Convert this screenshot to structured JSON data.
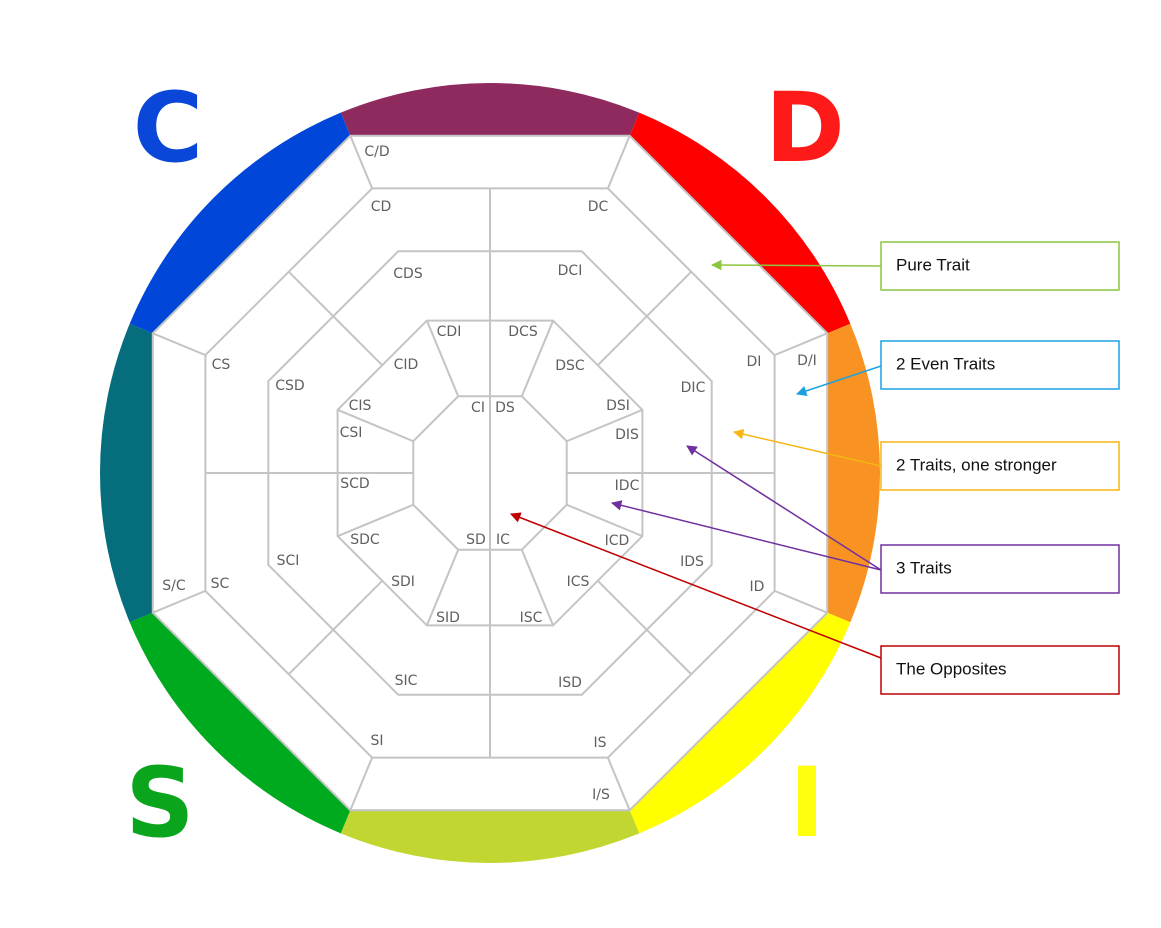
{
  "corner_letters": [
    {
      "key": "C",
      "text": "C",
      "color": "#0a47d8"
    },
    {
      "key": "D",
      "text": "D",
      "color": "#ff1a1a"
    },
    {
      "key": "S",
      "text": "S",
      "color": "#0aa51c"
    },
    {
      "key": "I",
      "text": "I",
      "color": "#ffff10"
    }
  ],
  "ring_colors": [
    "#8e2a5e",
    "#ff0000",
    "#f79223",
    "#ffff00",
    "#c1d631",
    "#00aa1e",
    "#056d7b",
    "#0046d8"
  ],
  "labels": {
    "outer": [
      "C/D",
      "D/I",
      "I/S",
      "S/C"
    ],
    "band1": [
      "CD",
      "DC",
      "DI",
      "ID",
      "IS",
      "SI",
      "SC",
      "CS"
    ],
    "band2": [
      "CDS",
      "DCI",
      "DIC",
      "IDS",
      "ISD",
      "SIC",
      "SCI",
      "CSD"
    ],
    "inner": [
      "CDI",
      "DCS",
      "CID",
      "DSC",
      "CIS",
      "DSI",
      "CSI",
      "DIS",
      "SCD",
      "IDC",
      "SDC",
      "ICD",
      "SDI",
      "ICS",
      "SID",
      "ISC"
    ],
    "center": [
      "CI",
      "DS",
      "SD",
      "IC"
    ]
  },
  "legend": [
    {
      "key": "pure",
      "text": "Pure Trait",
      "color": "#8cc63f"
    },
    {
      "key": "even2",
      "text": "2 Even Traits",
      "color": "#1ba1e2"
    },
    {
      "key": "stronger2",
      "text": "2 Traits, one stronger",
      "color": "#f6b613"
    },
    {
      "key": "three",
      "text": "3 Traits",
      "color": "#7030a0"
    },
    {
      "key": "opposites",
      "text": "The Opposites",
      "color": "#c00000"
    }
  ]
}
